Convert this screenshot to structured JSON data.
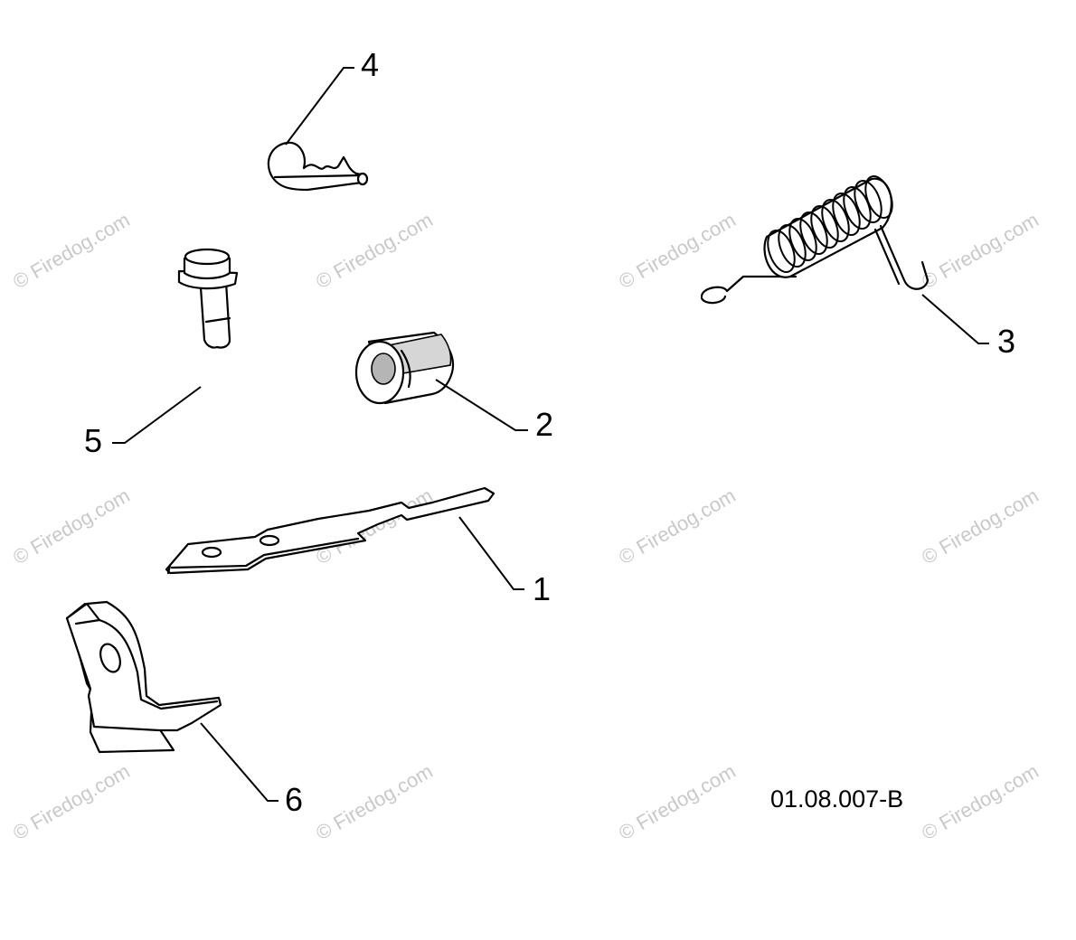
{
  "watermark_text": "© Firedog.com",
  "drawing_code": "01.08.007-B",
  "callouts": [
    {
      "id": "1",
      "label": "1",
      "part": "throttle-plate"
    },
    {
      "id": "2",
      "label": "2",
      "part": "bushing"
    },
    {
      "id": "3",
      "label": "3",
      "part": "spring"
    },
    {
      "id": "4",
      "label": "4",
      "part": "hair-pin-clip"
    },
    {
      "id": "5",
      "label": "5",
      "part": "bolt"
    },
    {
      "id": "6",
      "label": "6",
      "part": "bracket"
    }
  ]
}
